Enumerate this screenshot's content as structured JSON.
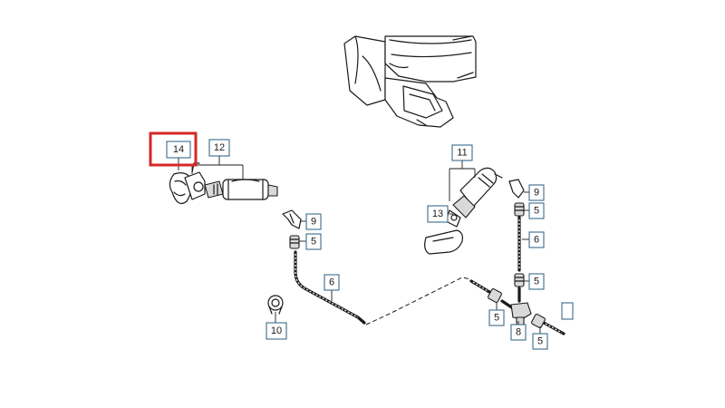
{
  "callouts": {
    "c14": "14",
    "c12": "12",
    "c9a": "9",
    "c5a": "5",
    "c6a": "6",
    "c10": "10",
    "c11": "11",
    "c13": "13",
    "c9b": "9",
    "c5b": "5",
    "c6b": "6",
    "c5c": "5",
    "c5d": "5",
    "c8": "8",
    "c5e": "5"
  },
  "colors": {
    "highlight": "#d62828",
    "callout_border": "#3b6b8c"
  },
  "highlighted_callout": "14"
}
